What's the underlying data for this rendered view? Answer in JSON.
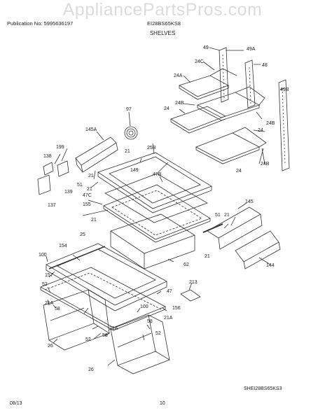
{
  "header": {
    "watermark": "AppliancePartsPros.com",
    "publication": "Publication No: 5995636197",
    "model": "EI28BS65KS8",
    "section_title": "SHELVES"
  },
  "callouts": {
    "c49": "49",
    "c49a": "49A",
    "c48": "48",
    "c24c": "24C",
    "c24a": "24A",
    "c49b": "49B",
    "c24b_1": "24B",
    "c24b_2": "24B",
    "c24b_3": "24B",
    "c24_1": "24",
    "c24_2": "24",
    "c24_3": "24",
    "c97": "97",
    "c145a": "145A",
    "c25b": "25B",
    "c199": "199",
    "c138": "138",
    "c21_1": "21",
    "c21_2": "21",
    "c21_3": "21",
    "c21_4": "21",
    "c21_5": "21",
    "c21_6": "21",
    "c149": "149",
    "c47b": "47B",
    "c51_1": "51",
    "c51_2": "51",
    "c139": "139",
    "c137": "137",
    "c47c": "47C",
    "c145": "145",
    "c155": "155",
    "c25": "25",
    "c154": "154",
    "c62": "62",
    "c144": "144",
    "c100_1": "100",
    "c157": "157",
    "c52_1": "52",
    "c52_2": "52",
    "c52_3": "52",
    "c47": "47",
    "c213": "213",
    "c21a_1": "21A",
    "c21a_2": "21A",
    "c21a_3": "21A",
    "c58_1": "58",
    "c58_2": "58",
    "c58_3": "58",
    "c100_2": "100",
    "c156": "156",
    "c26_1": "26",
    "c26_2": "26"
  },
  "footer": {
    "figure_code": "SHEI28BS65KS3",
    "date": "08/13",
    "page": "10"
  }
}
